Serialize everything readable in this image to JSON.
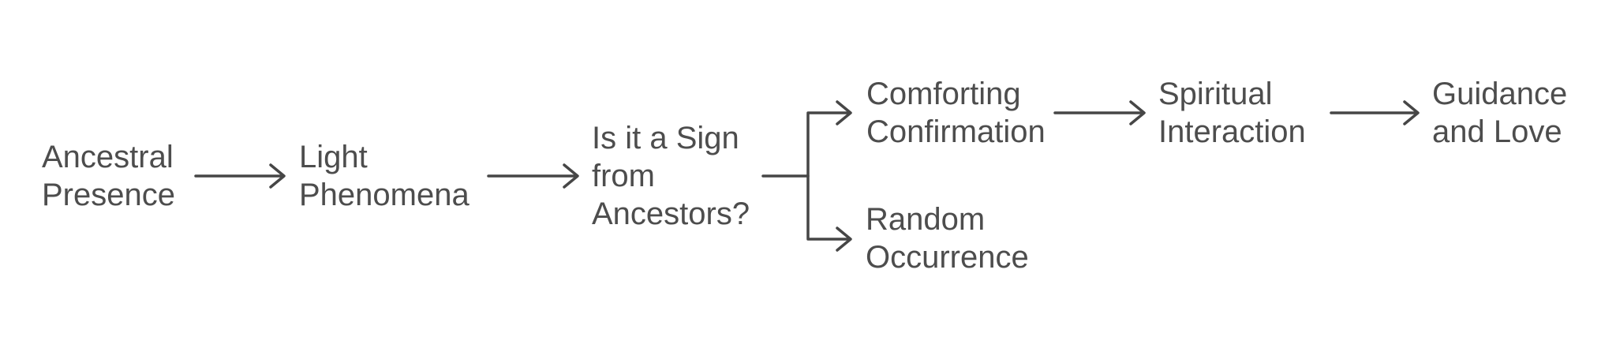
{
  "diagram": {
    "type": "flowchart",
    "direction": "left-to-right",
    "background_color": "#ffffff",
    "text_color": "#4d4d4d",
    "line_color": "#464646",
    "nodes": {
      "ancestral_presence": {
        "label": "Ancestral\nPresence"
      },
      "light_phenomena": {
        "label": "Light\nPhenomena"
      },
      "sign_question": {
        "label": "Is it a Sign\nfrom\nAncestors?"
      },
      "comforting_confirmation": {
        "label": "Comforting\nConfirmation"
      },
      "random_occurrence": {
        "label": "Random\nOccurrence"
      },
      "spiritual_interaction": {
        "label": "Spiritual\nInteraction"
      },
      "guidance_and_love": {
        "label": "Guidance\nand Love"
      }
    },
    "edges": [
      {
        "from": "Ancestral Presence",
        "to": "Light Phenomena"
      },
      {
        "from": "Light Phenomena",
        "to": "Is it a Sign from Ancestors?"
      },
      {
        "from": "Is it a Sign from Ancestors?",
        "to": "Comforting Confirmation"
      },
      {
        "from": "Is it a Sign from Ancestors?",
        "to": "Random Occurrence"
      },
      {
        "from": "Comforting Confirmation",
        "to": "Spiritual Interaction"
      },
      {
        "from": "Spiritual Interaction",
        "to": "Guidance and Love"
      }
    ]
  }
}
